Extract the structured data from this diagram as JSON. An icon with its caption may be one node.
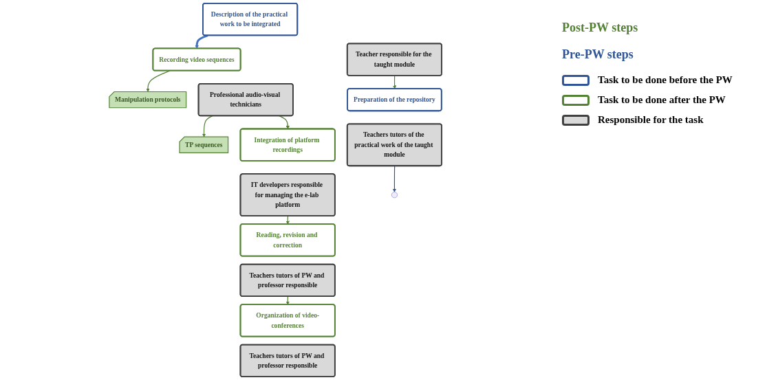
{
  "diagram": {
    "nodes": [
      {
        "text": [
          "Manipulation protocols"
        ]
      },
      {
        "text": [
          "TP sequences"
        ]
      },
      {
        "text": [
          "Recording video sequences"
        ]
      },
      {
        "text": [
          "Professional audio-visual technicians"
        ]
      },
      {
        "text": [
          "Integration of platform recordings"
        ]
      },
      {
        "text": [
          "IT developers responsible for managing the e-lab platform"
        ]
      },
      {
        "text": [
          "Reading, revision and correction"
        ]
      },
      {
        "text": [
          "Teachers tutors of PW and professor responsible"
        ]
      },
      {
        "text": [
          "Organization of video-conferences"
        ]
      },
      {
        "text": [
          "Teachers tutors of PW and professor responsible"
        ]
      },
      {
        "text": [
          "Description of the practical work to be integrated"
        ]
      },
      {
        "text": [
          "Teacher responsible for the taught module"
        ]
      },
      {
        "text": [
          "Preparation of the repository"
        ]
      },
      {
        "text": [
          "Teachers tutors of the practical work of the taught module"
        ]
      }
    ],
    "edges": [
      {
        "from": 2,
        "to": 0,
        "arrow": "to"
      },
      {
        "from": 3,
        "to": 1,
        "arrow": "to"
      },
      {
        "from": 3,
        "to": 4,
        "arrow": "to"
      },
      {
        "from": 5,
        "to": 6,
        "arrow": "to"
      },
      {
        "from": 7,
        "to": 8,
        "arrow": "to"
      },
      {
        "from": 11,
        "to": 12,
        "arrow": "to"
      },
      {
        "from": 13,
        "to": null,
        "arrow": "to",
        "color": "#2f5597"
      },
      {
        "from": 10,
        "to": 2,
        "arrow": "to",
        "style": "thick",
        "color": "#4472c4"
      }
    ],
    "labels": [
      "Post-PW steps",
      "Pre-PW steps"
    ],
    "legend": [
      {
        "text": "Task to be done before the PW"
      },
      {
        "text": "Task to be done after the PW"
      },
      {
        "text": "Responsible for the task"
      }
    ]
  }
}
